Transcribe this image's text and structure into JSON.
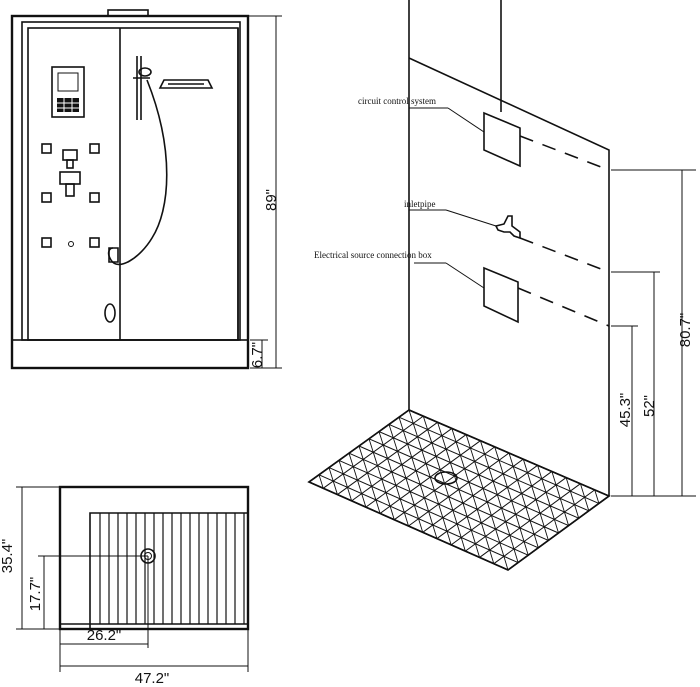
{
  "front_view": {
    "height_label": "89\"",
    "base_label": "6.7\""
  },
  "plan_view": {
    "depth_label": "35.4\"",
    "half_depth_label": "17.7\"",
    "drain_offset_label": "26.2\"",
    "width_label": "47.2\""
  },
  "perspective_view": {
    "notes": {
      "circuit": "circuit control system",
      "inlet": "inletpipe",
      "electrical": "Electrical source connection box"
    },
    "dimensions": {
      "control_height": "80.7\"",
      "inlet_height": "52\"",
      "box_height": "45.3\""
    }
  }
}
